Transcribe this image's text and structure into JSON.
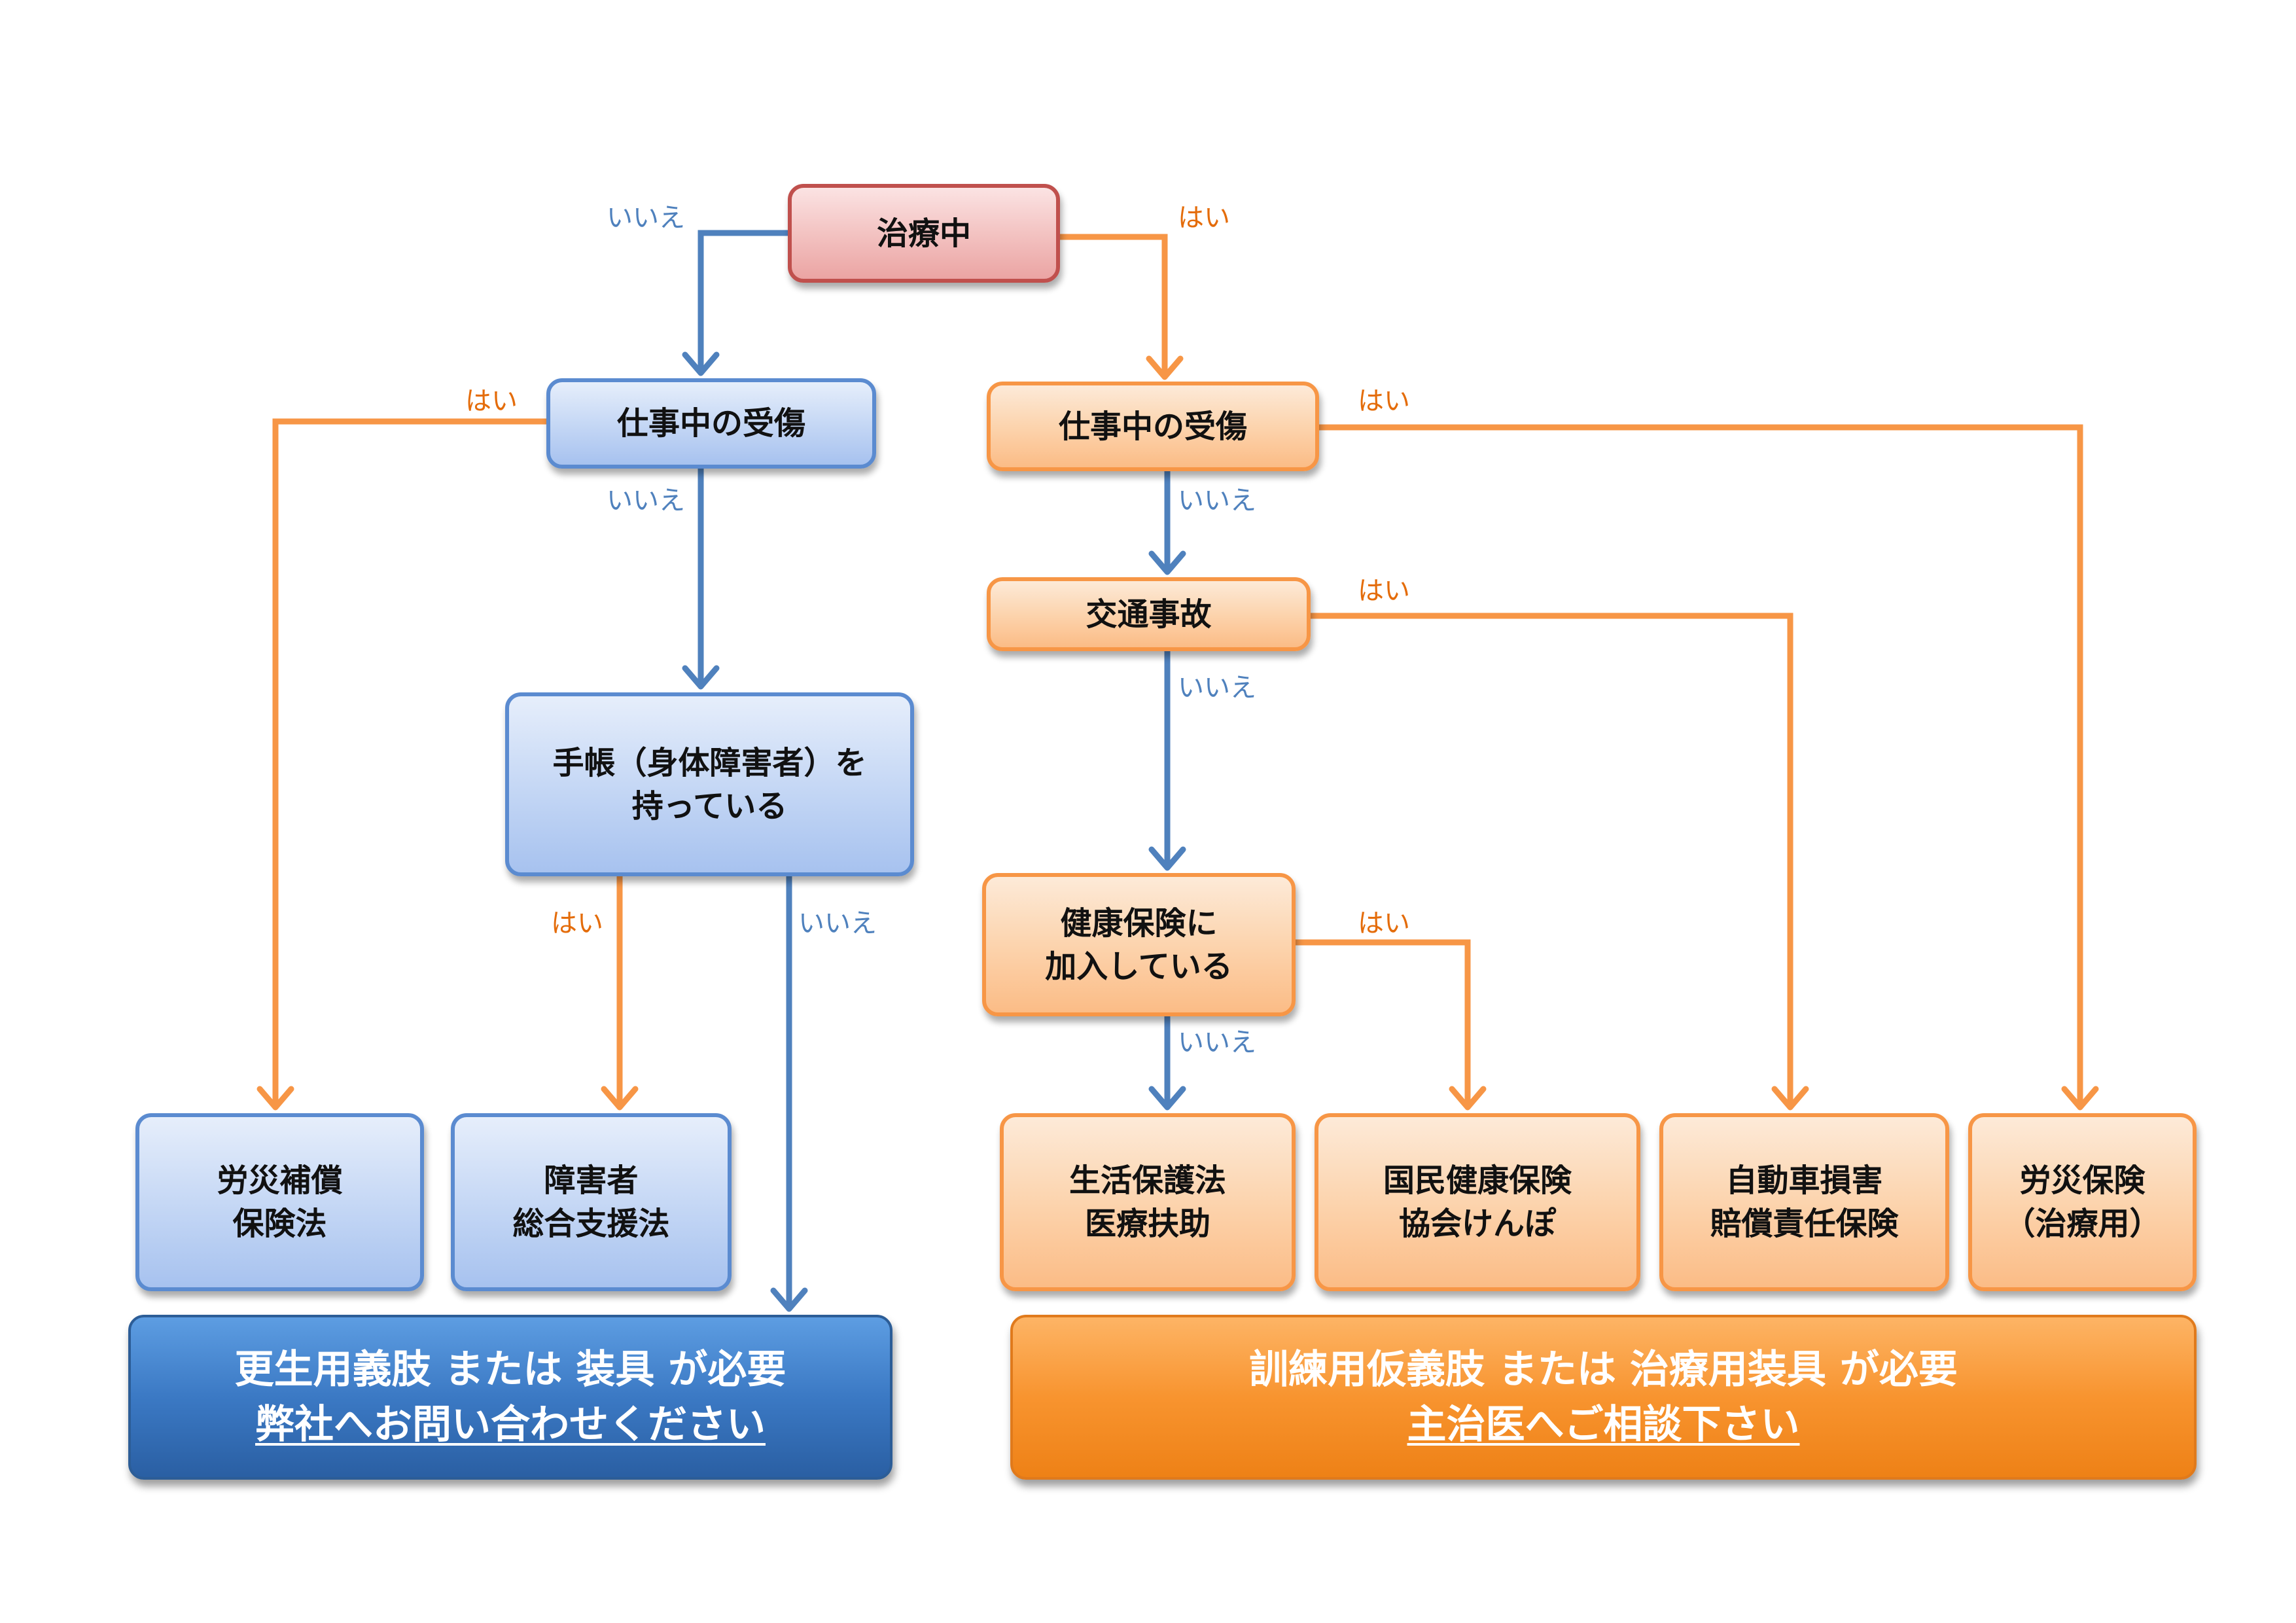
{
  "nodes": {
    "treatment": {
      "label": "治療中"
    },
    "work_injury_left": {
      "label": "仕事中の受傷"
    },
    "work_injury_right": {
      "label": "仕事中の受傷"
    },
    "traffic_accident": {
      "label": "交通事故"
    },
    "disability_handbook": {
      "line1": "手帳（身体障害者）を",
      "line2": "持っている"
    },
    "health_insurance": {
      "line1": "健康保険に",
      "line2": "加入している"
    },
    "workers_comp_law": {
      "line1": "労災補償",
      "line2": "保険法"
    },
    "disability_support_law": {
      "line1": "障害者",
      "line2": "総合支援法"
    },
    "public_assistance": {
      "line1": "生活保護法",
      "line2": "医療扶助"
    },
    "national_health": {
      "line1": "国民健康保険",
      "line2": "協会けんぽ"
    },
    "auto_liability": {
      "line1": "自動車損害",
      "line2": "賠償責任保険"
    },
    "workers_comp_insurance": {
      "line1": "労災保険",
      "line2": "（治療用）"
    }
  },
  "edge_labels": {
    "treatment_no": "いいえ",
    "treatment_yes": "はい",
    "work_left_yes": "はい",
    "work_left_no": "いいえ",
    "handbook_yes": "はい",
    "handbook_no": "いいえ",
    "work_right_yes": "はい",
    "work_right_no": "いいえ",
    "traffic_yes": "はい",
    "traffic_no": "いいえ",
    "health_yes": "はい",
    "health_no": "いいえ"
  },
  "outcomes": {
    "left": {
      "line1": "更生用義肢 または 装具 が必要",
      "line2": "弊社へお問い合わせください"
    },
    "right": {
      "line1": "訓練用仮義肢 または 治療用装具 が必要",
      "line2": "主治医へご相談下さい"
    }
  },
  "colors": {
    "no_path": "#4f81bd",
    "yes_path": "#f79646",
    "no_label": "#4f81bd",
    "yes_label": "#e46c0a",
    "start_border": "#c0504d",
    "blue_border": "#5b8bd0",
    "orange_border": "#f79646"
  }
}
